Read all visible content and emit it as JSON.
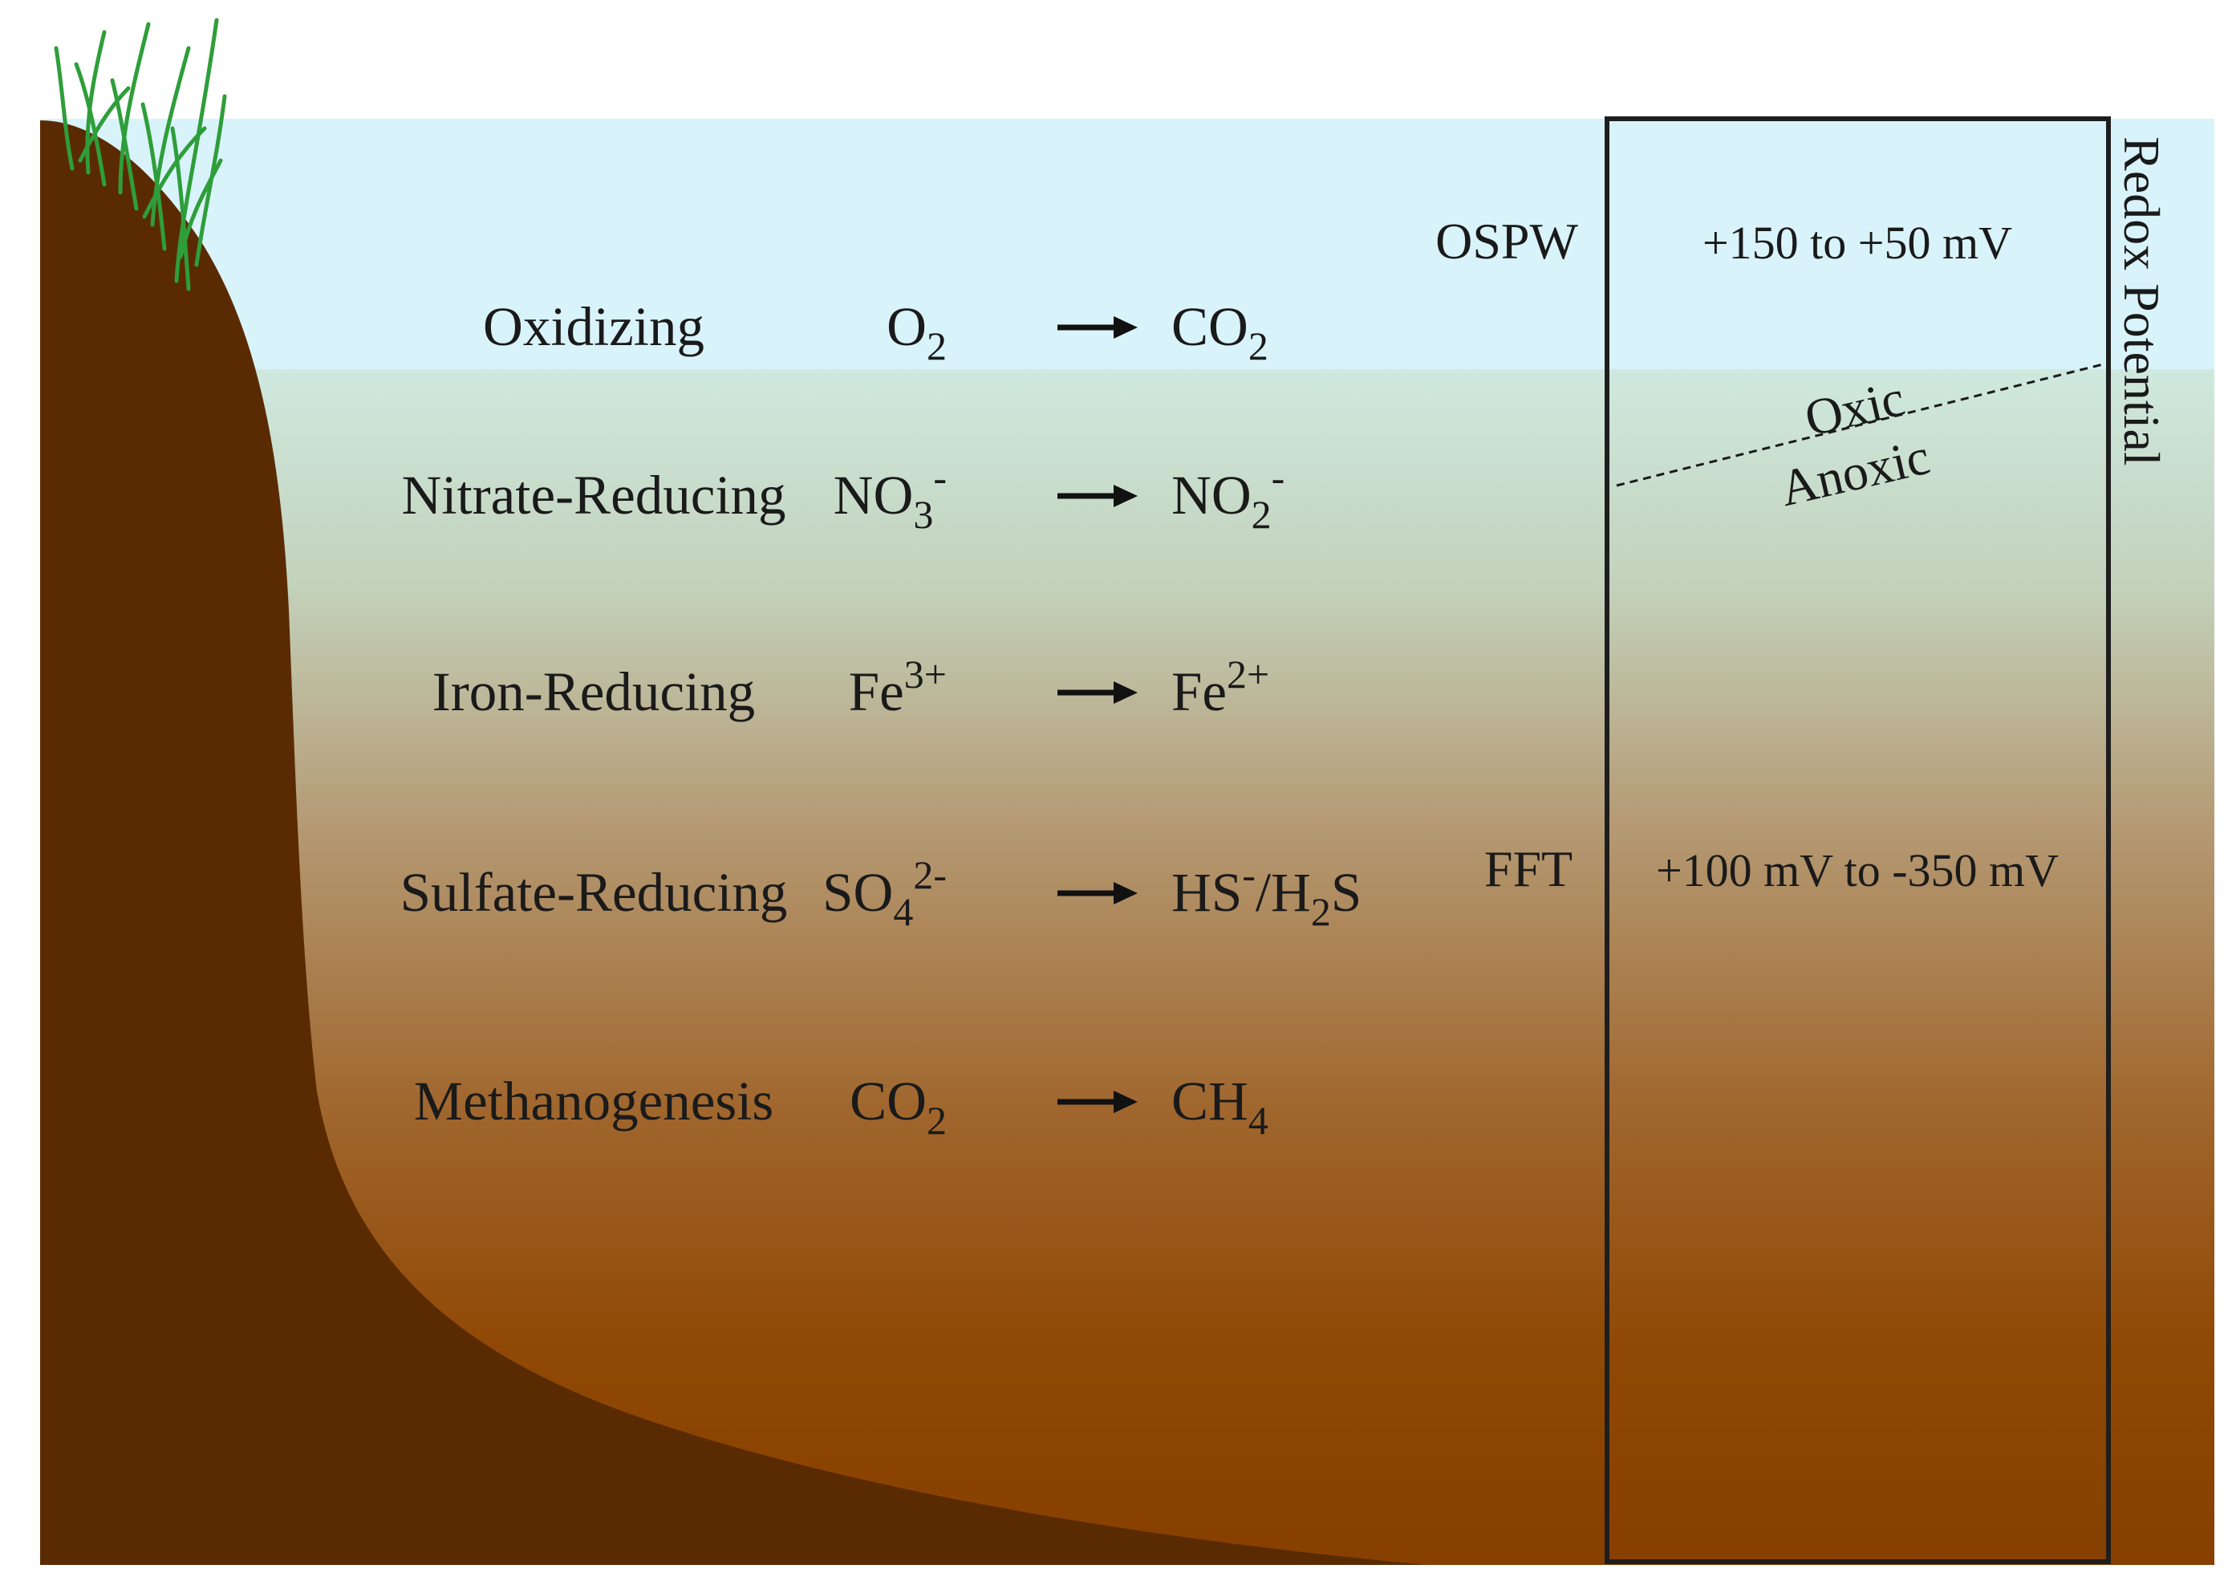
{
  "processes": [
    {
      "label": "Oxidizing",
      "reactant": [
        {
          "t": "O"
        },
        {
          "t": "2",
          "s": "sub"
        }
      ],
      "product": [
        {
          "t": "CO"
        },
        {
          "t": "2",
          "s": "sub"
        }
      ]
    },
    {
      "label": "Nitrate-Reducing",
      "reactant": [
        {
          "t": "NO"
        },
        {
          "t": "3",
          "s": "sub"
        },
        {
          "t": "-",
          "s": "sup"
        }
      ],
      "product": [
        {
          "t": "NO"
        },
        {
          "t": "2",
          "s": "sub"
        },
        {
          "t": "-",
          "s": "sup"
        }
      ]
    },
    {
      "label": "Iron-Reducing",
      "reactant": [
        {
          "t": "Fe"
        },
        {
          "t": "3+",
          "s": "sup"
        }
      ],
      "product": [
        {
          "t": "Fe"
        },
        {
          "t": "2+",
          "s": "sup"
        }
      ]
    },
    {
      "label": "Sulfate-Reducing",
      "reactant": [
        {
          "t": "SO"
        },
        {
          "t": "4",
          "s": "sub"
        },
        {
          "t": "2-",
          "s": "sup"
        }
      ],
      "product": [
        {
          "t": "HS"
        },
        {
          "t": "-",
          "s": "sup"
        },
        {
          "t": "/H"
        },
        {
          "t": "2",
          "s": "sub"
        },
        {
          "t": "S"
        }
      ]
    },
    {
      "label": "Methanogenesis",
      "reactant": [
        {
          "t": "CO"
        },
        {
          "t": "2",
          "s": "sub"
        }
      ],
      "product": [
        {
          "t": "CH"
        },
        {
          "t": "4",
          "s": "sub"
        }
      ]
    }
  ],
  "zones": {
    "upper": {
      "name": "OSPW",
      "range": "+150 to +50 mV"
    },
    "lower": {
      "name": "FFT",
      "range": "+100 mV to -350 mV"
    }
  },
  "boundary": {
    "above": "Oxic",
    "below": "Anoxic"
  },
  "axis_label": "Redox Potential",
  "colors": {
    "water": "#d9f3fa",
    "sediment_top": "#cde8dc",
    "sediment_bottom": "#8a3f00",
    "bank": "#5a2b03",
    "grass": "#2e9e3a"
  }
}
